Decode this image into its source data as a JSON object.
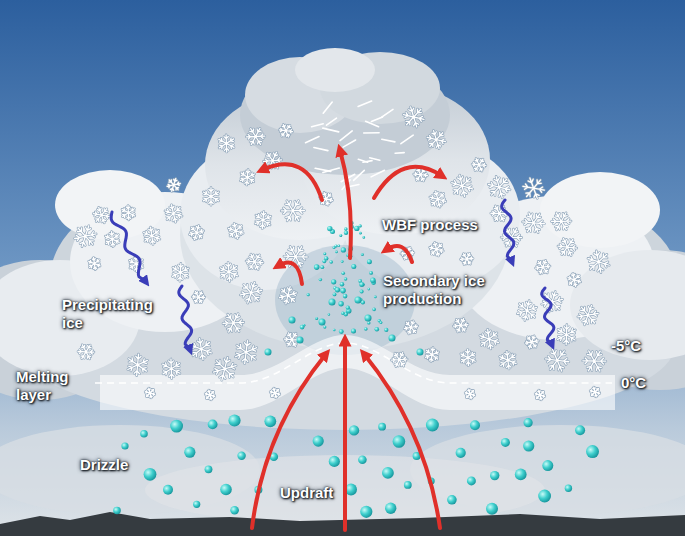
{
  "diagram": {
    "labels": [
      "WBF process",
      "Secondary ice production",
      "Precipitating ice",
      "-5°C",
      "0°C",
      "Melting layer",
      "Drizzle",
      "Updraft"
    ]
  }
}
